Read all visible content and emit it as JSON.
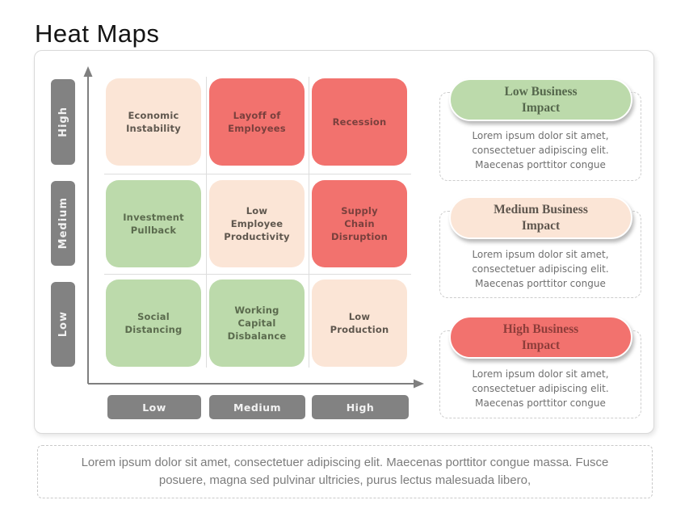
{
  "page": {
    "title": "Heat Maps"
  },
  "matrix": {
    "y_axis": [
      "High",
      "Medium",
      "Low"
    ],
    "x_axis": [
      "Low",
      "Medium",
      "High"
    ],
    "cells": [
      {
        "label": "Economic\nInstability",
        "impact": "medium",
        "row": "High",
        "col": "Low"
      },
      {
        "label": "Layoff of\nEmployees",
        "impact": "high",
        "row": "High",
        "col": "Medium"
      },
      {
        "label": "Recession",
        "impact": "high",
        "row": "High",
        "col": "High"
      },
      {
        "label": "Investment\nPullback",
        "impact": "low",
        "row": "Medium",
        "col": "Low"
      },
      {
        "label": "Low\nEmployee\nProductivity",
        "impact": "medium",
        "row": "Medium",
        "col": "Medium"
      },
      {
        "label": "Supply\nChain\nDisruption",
        "impact": "high",
        "row": "Medium",
        "col": "High"
      },
      {
        "label": "Social\nDistancing",
        "impact": "low",
        "row": "Low",
        "col": "Low"
      },
      {
        "label": "Working\nCapital\nDisbalance",
        "impact": "low",
        "row": "Low",
        "col": "Medium"
      },
      {
        "label": "Low\nProduction",
        "impact": "medium",
        "row": "Low",
        "col": "High"
      }
    ]
  },
  "legend": [
    {
      "title": "Low Business\nImpact",
      "impact": "low",
      "body": "Lorem ipsum dolor sit amet,\nconsectetuer adipiscing elit.\nMaecenas porttitor congue"
    },
    {
      "title": "Medium Business\nImpact",
      "impact": "medium",
      "body": "Lorem ipsum dolor sit amet,\nconsectetuer adipiscing elit.\nMaecenas porttitor congue"
    },
    {
      "title": "High Business\nImpact",
      "impact": "high",
      "body": "Lorem ipsum dolor sit amet,\nconsectetuer adipiscing elit.\nMaecenas porttitor congue"
    }
  ],
  "footer": {
    "text": "Lorem ipsum dolor sit amet, consectetuer adipiscing elit. Maecenas porttitor congue massa. Fusce posuere, magna sed pulvinar ultricies, purus lectus malesuada libero,"
  },
  "colors": {
    "low_impact_green": "#BCDAAB",
    "medium_impact_peach": "#FBE5D6",
    "high_impact_red": "#F2726E",
    "axis_gray": "#828282",
    "gridline_gray": "#DDDDDD"
  },
  "chart_data": {
    "type": "heatmap",
    "title": "Heat Maps",
    "x_categories": [
      "Low",
      "Medium",
      "High"
    ],
    "y_categories": [
      "High",
      "Medium",
      "Low"
    ],
    "cells": [
      [
        "medium",
        "high",
        "high"
      ],
      [
        "low",
        "medium",
        "high"
      ],
      [
        "low",
        "low",
        "medium"
      ]
    ],
    "legend_entries": [
      "Low Business Impact",
      "Medium Business Impact",
      "High Business Impact"
    ]
  }
}
